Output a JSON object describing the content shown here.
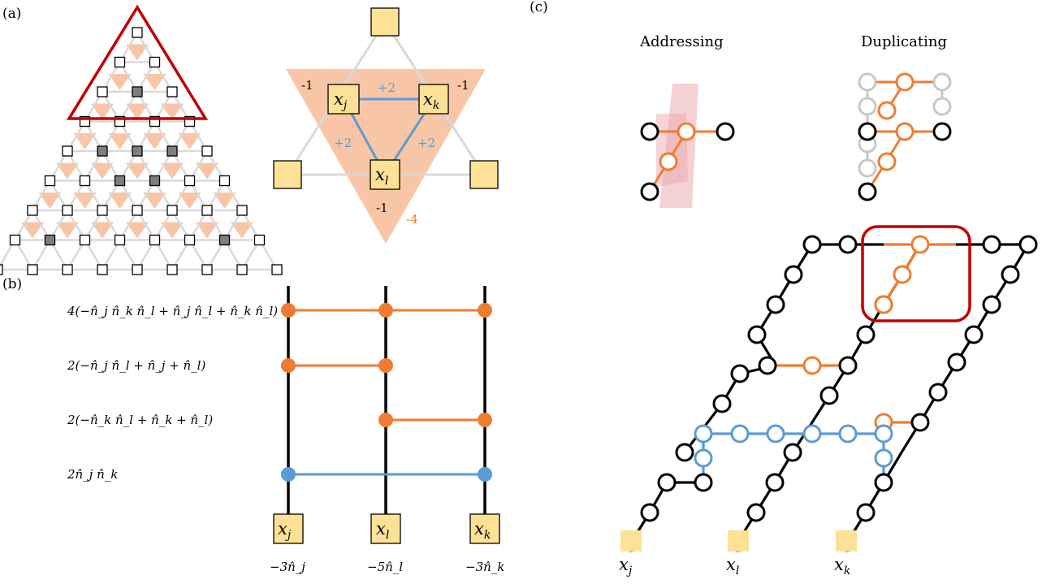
{
  "panels": {
    "a": {
      "label": "(a)",
      "node_labels": [
        "x_j",
        "x_k",
        "x_l"
      ],
      "edge_weights": [
        "+2",
        "+2",
        "+2"
      ],
      "node_biases": [
        "-1",
        "-1",
        "-1"
      ],
      "face_value": "-4"
    },
    "b": {
      "label": "(b)",
      "terms": [
        "4(−n̂_j n̂_k n̂_l + n̂_j n̂_l + n̂_k n̂_l)",
        "2(−n̂_j n̂_l + n̂_j + n̂_l)",
        "2(−n̂_k n̂_l + n̂_k + n̂_l)",
        "2n̂_j n̂_k"
      ],
      "variables": [
        "x_j",
        "x_l",
        "x_k"
      ],
      "biases": [
        "−3n̂_j",
        "−5n̂_l",
        "−3n̂_k"
      ]
    },
    "c": {
      "label": "(c)",
      "addressing_title": "Addressing",
      "duplicating_title": "Duplicating",
      "bottom_labels": [
        "x_j",
        "x_l",
        "x_k"
      ]
    }
  },
  "colors": {
    "orange": "#ee7d31",
    "blue": "#5b9bd5",
    "red": "#c00000",
    "peach": "#f8c6a7",
    "yellow": "#fde196",
    "gray": "#d9d9d9",
    "darkgray": "#7f7f7f",
    "pink": "#e9a3a7"
  }
}
